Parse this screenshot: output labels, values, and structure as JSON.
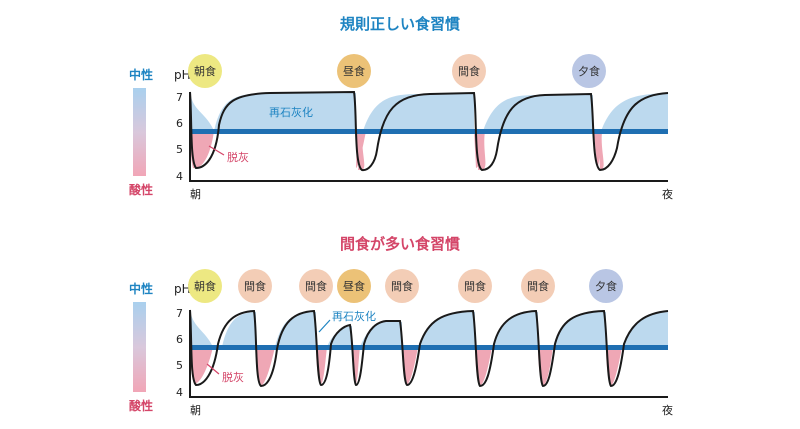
{
  "colors": {
    "title_top": "#1e84c2",
    "title_bottom": "#d44568",
    "neutral_label": "#1e84c2",
    "acid_label": "#d44568",
    "threshold_line": "#1f6fb2",
    "remineral_fill": "#bcd9ee",
    "demineral_fill": "#efa7b5",
    "curve": "#1a1a1a",
    "gradient_top": "#a9d0ee",
    "gradient_bottom": "#f1a6b7"
  },
  "top": {
    "title": "規則正しい食習慣",
    "neutral_label": "中性",
    "acid_label": "酸性",
    "ph_label": "pH",
    "y_ticks": [
      "7",
      "6",
      "5",
      "4"
    ],
    "x_start_label": "朝",
    "x_end_label": "夜",
    "remineral_label": "再石灰化",
    "demineral_label": "脱灰",
    "meals": [
      {
        "label": "朝食",
        "kind": "meal",
        "color": "#ede882"
      },
      {
        "label": "昼食",
        "kind": "meal",
        "color": "#ecc277"
      },
      {
        "label": "間食",
        "kind": "snack",
        "color": "#f3cdb6"
      },
      {
        "label": "夕食",
        "kind": "meal",
        "color": "#b9c6e4"
      }
    ]
  },
  "bottom": {
    "title": "間食が多い食習慣",
    "neutral_label": "中性",
    "acid_label": "酸性",
    "ph_label": "pH",
    "y_ticks": [
      "7",
      "6",
      "5",
      "4"
    ],
    "x_start_label": "朝",
    "x_end_label": "夜",
    "remineral_label": "再石灰化",
    "demineral_label": "脱灰",
    "meals": [
      {
        "label": "朝食",
        "kind": "meal",
        "color": "#ede882"
      },
      {
        "label": "間食",
        "kind": "snack",
        "color": "#f3cdb6"
      },
      {
        "label": "間食",
        "kind": "snack",
        "color": "#f3cdb6"
      },
      {
        "label": "昼食",
        "kind": "meal",
        "color": "#ecc277"
      },
      {
        "label": "間食",
        "kind": "snack",
        "color": "#f3cdb6"
      },
      {
        "label": "間食",
        "kind": "snack",
        "color": "#f3cdb6"
      },
      {
        "label": "間食",
        "kind": "snack",
        "color": "#f3cdb6"
      },
      {
        "label": "夕食",
        "kind": "meal",
        "color": "#b9c6e4"
      }
    ]
  }
}
